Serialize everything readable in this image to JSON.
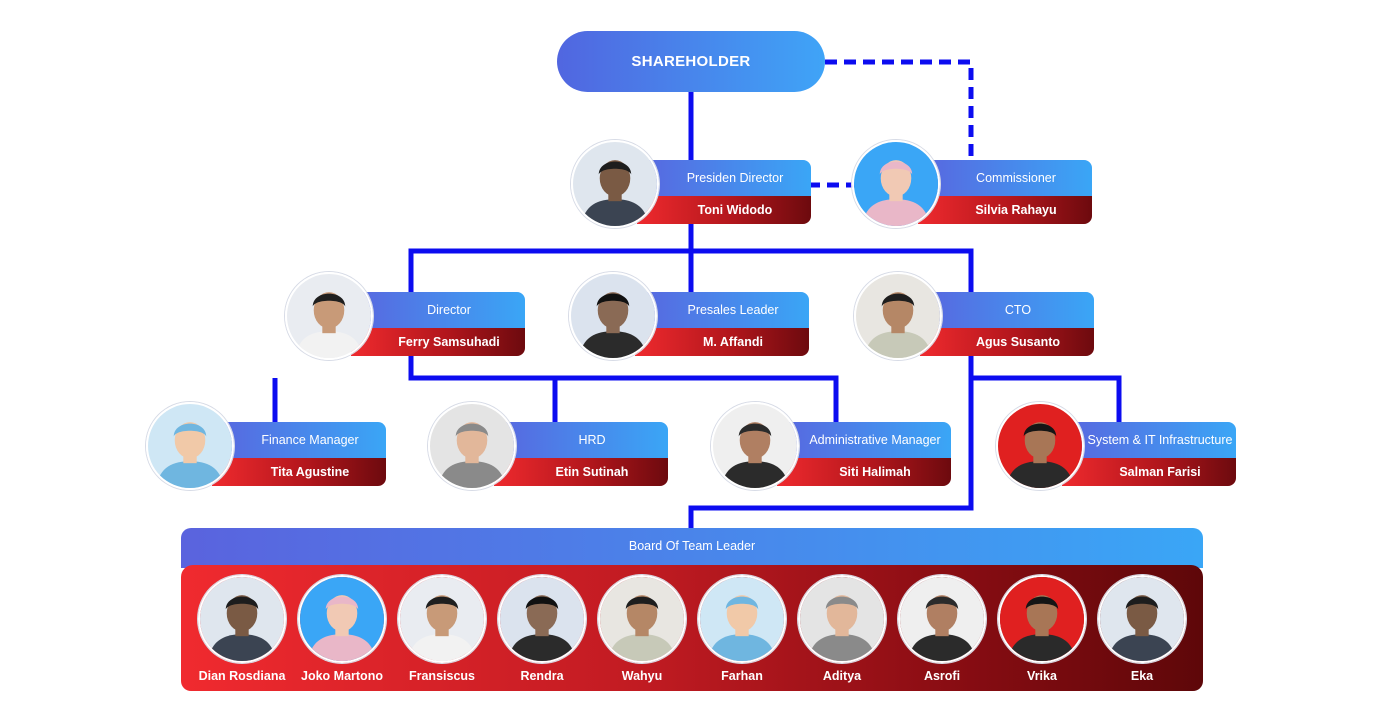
{
  "shareholder": {
    "label": "SHAREHOLDER"
  },
  "positions": [
    {
      "id": "presiden",
      "role": "Presiden Director",
      "name": "Toni Widodo"
    },
    {
      "id": "commissioner",
      "role": "Commissioner",
      "name": "Silvia Rahayu"
    },
    {
      "id": "director",
      "role": "Director",
      "name": "Ferry Samsuhadi"
    },
    {
      "id": "presales",
      "role": "Presales Leader",
      "name": "M. Affandi"
    },
    {
      "id": "cto",
      "role": "CTO",
      "name": "Agus Susanto"
    },
    {
      "id": "finance",
      "role": "Finance Manager",
      "name": "Tita Agustine"
    },
    {
      "id": "hrd",
      "role": "HRD",
      "name": "Etin Sutinah"
    },
    {
      "id": "admin",
      "role": "Administrative Manager",
      "name": "Siti Halimah"
    },
    {
      "id": "sysit",
      "role": "System & IT Infrastructure",
      "name": "Salman Farisi"
    }
  ],
  "team": {
    "title": "Board Of Team Leader",
    "members": [
      {
        "name": "Dian Rosdiana"
      },
      {
        "name": "Joko Martono"
      },
      {
        "name": "Fransiscus"
      },
      {
        "name": "Rendra"
      },
      {
        "name": "Wahyu"
      },
      {
        "name": "Farhan"
      },
      {
        "name": "Aditya"
      },
      {
        "name": "Asrofi"
      },
      {
        "name": "Vrika"
      },
      {
        "name": "Eka"
      }
    ]
  },
  "colors": {
    "connector": "#0c0cf0",
    "role_gradient": [
      "#5a63de",
      "#3aa6f6"
    ],
    "name_gradient": [
      "#ef2a2e",
      "#6d0a0e"
    ]
  }
}
